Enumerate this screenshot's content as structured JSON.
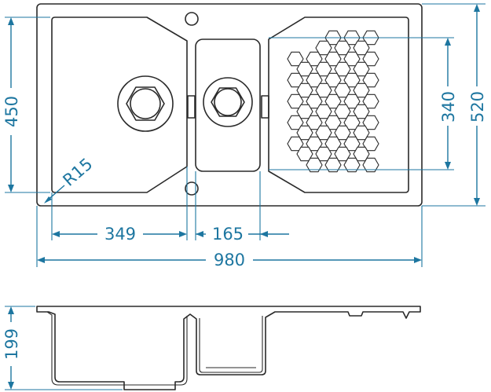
{
  "drawing": {
    "title": "Double bowl kitchen sink with drainer - technical dimensions",
    "units": "mm"
  },
  "dimensions": {
    "overall_width": "980",
    "overall_depth": "520",
    "bowl_depth": "450",
    "drainer_depth": "340",
    "main_bowl_width": "349",
    "small_bowl_width": "165",
    "corner_radius": "R15",
    "sink_height": "199"
  },
  "palette": {
    "outline": "#2a2a2a",
    "dimension": "#1d76a0",
    "background": "#ffffff"
  }
}
